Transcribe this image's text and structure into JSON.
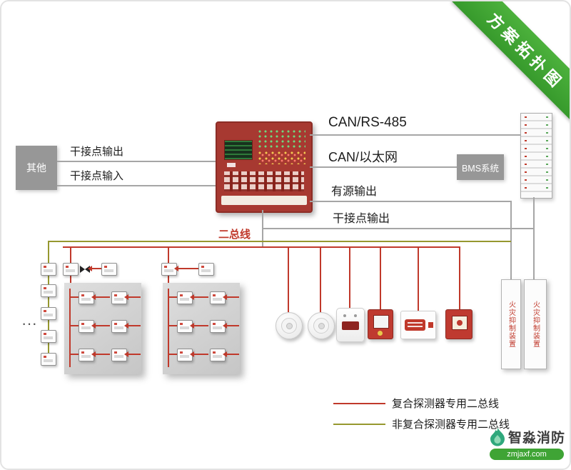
{
  "ribbon": {
    "label": "方案拓扑图"
  },
  "connections": {
    "can_rs485": "CAN/RS-485",
    "can_ethernet": "CAN/以太网",
    "active_output": "有源输出",
    "dry_contact_output_right": "干接点输出",
    "dry_contact_output_left": "干接点输出",
    "dry_contact_input_left": "干接点输入",
    "two_bus": "二总线"
  },
  "nodes": {
    "other": "其他",
    "bms": "BMS系统",
    "suppression_left": "火灾抑制装置",
    "suppression_right": "火灾抑制装置",
    "ellipsis": "···"
  },
  "legend": {
    "items": [
      {
        "label": "复合探测器专用二总线",
        "color": "#c0392b"
      },
      {
        "label": "非复合探测器专用二总线",
        "color": "#96982f"
      }
    ]
  },
  "footer_logo": {
    "brand": "智淼消防",
    "site": "zmjaxf.com"
  },
  "colors": {
    "composite_bus": "#c0392b",
    "non_composite_bus": "#96982f",
    "line_gray": "#a6a6a6",
    "ribbon_green": "#3fa435",
    "panel_red": "#a73931"
  }
}
